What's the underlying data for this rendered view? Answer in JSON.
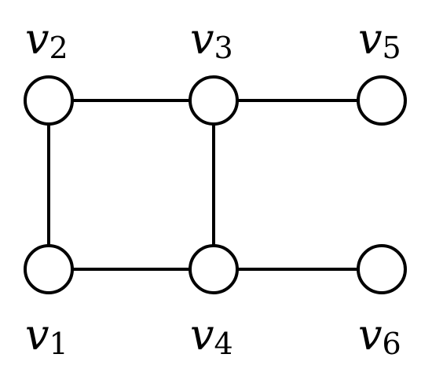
{
  "graph": {
    "vertices": [
      {
        "id": "v1",
        "symbol": "v",
        "subscript": "1"
      },
      {
        "id": "v2",
        "symbol": "v",
        "subscript": "2"
      },
      {
        "id": "v3",
        "symbol": "v",
        "subscript": "3"
      },
      {
        "id": "v4",
        "symbol": "v",
        "subscript": "4"
      },
      {
        "id": "v5",
        "symbol": "v",
        "subscript": "5"
      },
      {
        "id": "v6",
        "symbol": "v",
        "subscript": "6"
      }
    ],
    "edges": [
      {
        "from": "v2",
        "to": "v3"
      },
      {
        "from": "v3",
        "to": "v5"
      },
      {
        "from": "v2",
        "to": "v1"
      },
      {
        "from": "v3",
        "to": "v4"
      },
      {
        "from": "v1",
        "to": "v4"
      },
      {
        "from": "v4",
        "to": "v6"
      }
    ],
    "colors": {
      "stroke": "#000000",
      "fill": "#ffffff",
      "background": "#ffffff"
    }
  }
}
